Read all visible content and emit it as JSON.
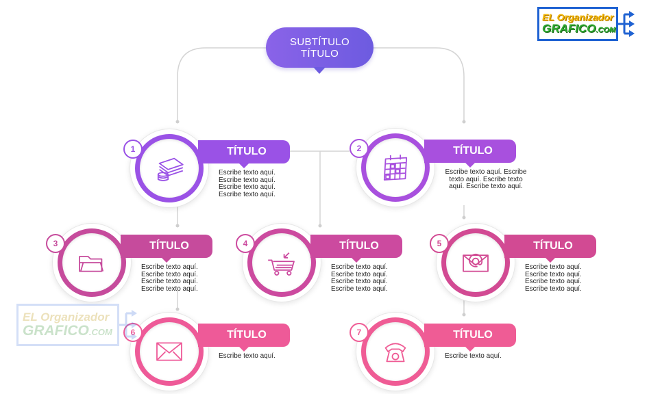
{
  "header": {
    "line1": "SUBTÍTULO",
    "line2": "TÍTULO",
    "color_from": "#8a63e8",
    "color_to": "#6d5be0"
  },
  "logo": {
    "line1": "EL Organizador",
    "line2": "GRAFICO",
    "suffix": ".COM"
  },
  "watermark": {
    "line1": "EL Organizador",
    "line2": "GRAFICO",
    "suffix": ".COM"
  },
  "nodes": [
    {
      "number": "1",
      "title": "TÍTULO",
      "color": "#9a52e6",
      "icon": "money-icon",
      "text": [
        "Escribe texto aquí.",
        "Escribe texto aquí.",
        "Escribe texto aquí.",
        "Escribe texto aquí."
      ]
    },
    {
      "number": "2",
      "title": "TÍTULO",
      "color": "#a850de",
      "icon": "calendar-icon",
      "text": [
        "Escribe texto aquí. Escribe",
        "texto aquí. Escribe texto",
        "aquí. Escribe texto aquí."
      ]
    },
    {
      "number": "3",
      "title": "TÍTULO",
      "color": "#c64b9c",
      "icon": "folder-icon",
      "text": [
        "Escribe texto aquí.",
        "Escribe texto aquí.",
        "Escribe texto aquí.",
        "Escribe texto aquí."
      ]
    },
    {
      "number": "4",
      "title": "TÍTULO",
      "color": "#cc4a9f",
      "icon": "cart-icon",
      "text": [
        "Escribe texto aquí.",
        "Escribe texto aquí.",
        "Escribe texto aquí.",
        "Escribe texto aquí."
      ]
    },
    {
      "number": "5",
      "title": "TÍTULO",
      "color": "#d24a93",
      "icon": "email-icon",
      "text": [
        "Escribe texto aquí.",
        "Escribe texto aquí.",
        "Escribe texto aquí.",
        "Escribe texto aquí."
      ]
    },
    {
      "number": "6",
      "title": "TÍTULO",
      "color": "#ee5a98",
      "icon": "envelope-icon",
      "text": [
        "Escribe texto aquí."
      ]
    },
    {
      "number": "7",
      "title": "TÍTULO",
      "color": "#ef5c95",
      "icon": "telephone-icon",
      "text": [
        "Escribe texto aquí."
      ]
    }
  ]
}
